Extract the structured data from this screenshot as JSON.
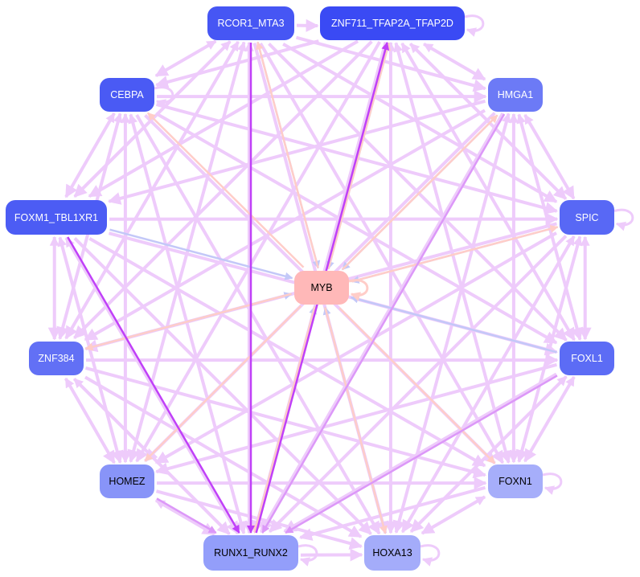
{
  "colors": {
    "regulates": "#eecbfb",
    "strong": "#c040f8",
    "medium": "#dc98f8",
    "to_myb": "#c3c8f8",
    "from_myb": "#ffcdc8"
  },
  "nodes": [
    {
      "id": "RCOR1_MTA3",
      "label": "RCOR1_MTA3",
      "fill": "#4656f4",
      "text": "#ffffff"
    },
    {
      "id": "ZNF711_TFAP2A_TFAP2D",
      "label": "ZNF711_TFAP2A_TFAP2D",
      "fill": "#3a4af4",
      "text": "#ffffff"
    },
    {
      "id": "CEBPA",
      "label": "CEBPA",
      "fill": "#4a5af4",
      "text": "#ffffff"
    },
    {
      "id": "HMGA1",
      "label": "HMGA1",
      "fill": "#6c7af6",
      "text": "#ffffff"
    },
    {
      "id": "FOXM1_TBL1XR1",
      "label": "FOXM1_TBL1XR1",
      "fill": "#4c5cf4",
      "text": "#ffffff"
    },
    {
      "id": "SPIC",
      "label": "SPIC",
      "fill": "#5868f5",
      "text": "#ffffff"
    },
    {
      "id": "MYB",
      "label": "MYB",
      "fill": "#ffb8b8",
      "text": "#000000"
    },
    {
      "id": "ZNF384",
      "label": "ZNF384",
      "fill": "#6270f5",
      "text": "#ffffff"
    },
    {
      "id": "FOXL1",
      "label": "FOXL1",
      "fill": "#5c6cf5",
      "text": "#ffffff"
    },
    {
      "id": "HOMEZ",
      "label": "HOMEZ",
      "fill": "#8894f8",
      "text": "#000000"
    },
    {
      "id": "FOXN1",
      "label": "FOXN1",
      "fill": "#a6aefa",
      "text": "#000000"
    },
    {
      "id": "RUNX1_RUNX2",
      "label": "RUNX1_RUNX2",
      "fill": "#939efa",
      "text": "#000000"
    },
    {
      "id": "HOXA13",
      "label": "HOXA13",
      "fill": "#a4acfa",
      "text": "#000000"
    }
  ],
  "special_edges": [
    {
      "from": "FOXM1_TBL1XR1",
      "to": "RUNX1_RUNX2",
      "kind": "strong"
    },
    {
      "from": "RCOR1_MTA3",
      "to": "RUNX1_RUNX2",
      "kind": "strong"
    },
    {
      "from": "RUNX1_RUNX2",
      "to": "ZNF711_TFAP2A_TFAP2D",
      "kind": "strong"
    },
    {
      "from": "FOXL1",
      "to": "RUNX1_RUNX2",
      "kind": "medium"
    },
    {
      "from": "HMGA1",
      "to": "RUNX1_RUNX2",
      "kind": "medium"
    },
    {
      "from": "HOMEZ",
      "to": "RUNX1_RUNX2",
      "kind": "medium"
    }
  ],
  "myb_in": [
    "FOXM1_TBL1XR1",
    "HMGA1",
    "SPIC",
    "FOXL1",
    "ZNF384",
    "RUNX1_RUNX2",
    "HOXA13",
    "ZNF711_TFAP2A_TFAP2D",
    "RCOR1_MTA3"
  ],
  "myb_out": [
    "CEBPA",
    "RCOR1_MTA3",
    "ZNF711_TFAP2A_TFAP2D",
    "HMGA1",
    "SPIC",
    "ZNF384",
    "HOMEZ",
    "RUNX1_RUNX2",
    "HOXA13",
    "FOXN1"
  ],
  "self_loops": [
    "ZNF711_TFAP2A_TFAP2D",
    "SPIC",
    "MYB",
    "FOXN1",
    "RUNX1_RUNX2",
    "HOXA13",
    "CEBPA"
  ]
}
